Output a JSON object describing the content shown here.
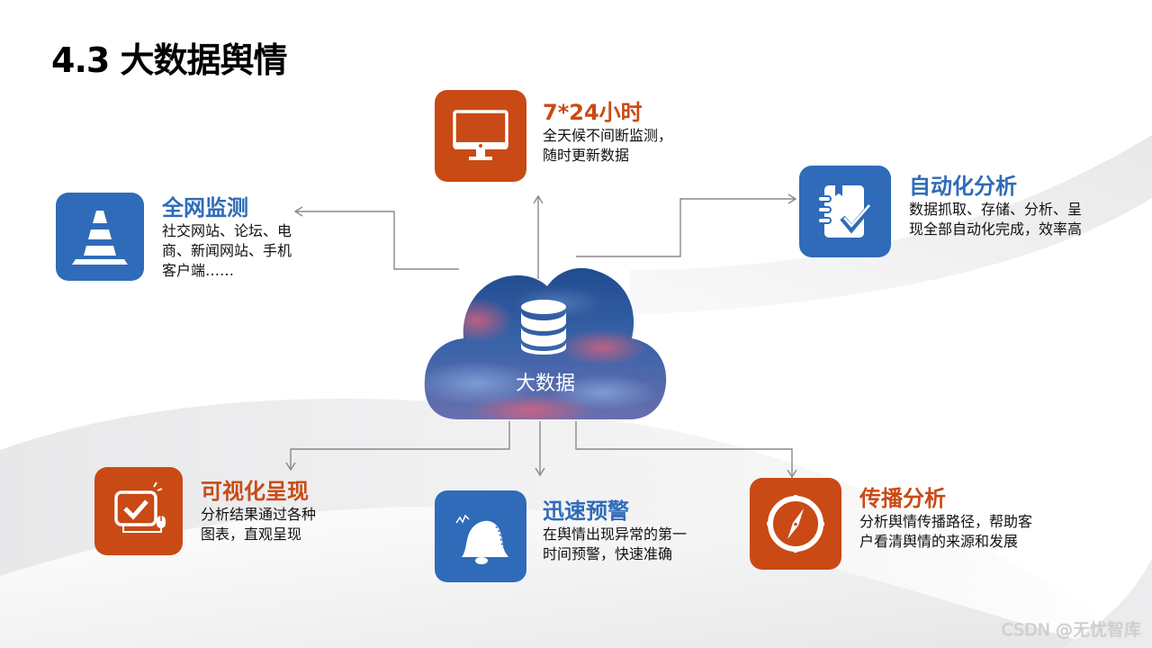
{
  "slide": {
    "title": "4.3 大数据舆情",
    "center": {
      "label": "大数据",
      "icon": "database-icon"
    },
    "colors": {
      "blue": "#2f6bb8",
      "orange": "#c94a15",
      "connector": "#8a8a8a"
    },
    "nodes": [
      {
        "id": "full-network-monitoring",
        "title": "全网监测",
        "lines": [
          "社交网站、论坛、电",
          "商、新闻网站、手机",
          "客户端……"
        ],
        "icon": "traffic-cone-icon",
        "color": "blue"
      },
      {
        "id": "always-on",
        "title": "7*24小时",
        "lines": [
          "全天候不间断监测，",
          "随时更新数据"
        ],
        "icon": "monitor-icon",
        "color": "orange"
      },
      {
        "id": "auto-analysis",
        "title": "自动化分析",
        "lines": [
          "数据抓取、存储、分析、呈",
          "现全部自动化完成，效率高"
        ],
        "icon": "notebook-check-icon",
        "color": "blue"
      },
      {
        "id": "visualization",
        "title": "可视化呈现",
        "lines": [
          "分析结果通过各种",
          "图表，直观呈现"
        ],
        "icon": "screen-check-icon",
        "color": "orange"
      },
      {
        "id": "fast-alert",
        "title": "迅速预警",
        "lines": [
          "在舆情出现异常的第一",
          "时间预警，快速准确"
        ],
        "icon": "bell-icon",
        "color": "blue"
      },
      {
        "id": "spread-analysis",
        "title": "传播分析",
        "lines": [
          "分析舆情传播路径，帮助客",
          "户看清舆情的来源和发展"
        ],
        "icon": "compass-icon",
        "color": "orange"
      }
    ]
  },
  "watermark": "CSDN @无忧智库"
}
